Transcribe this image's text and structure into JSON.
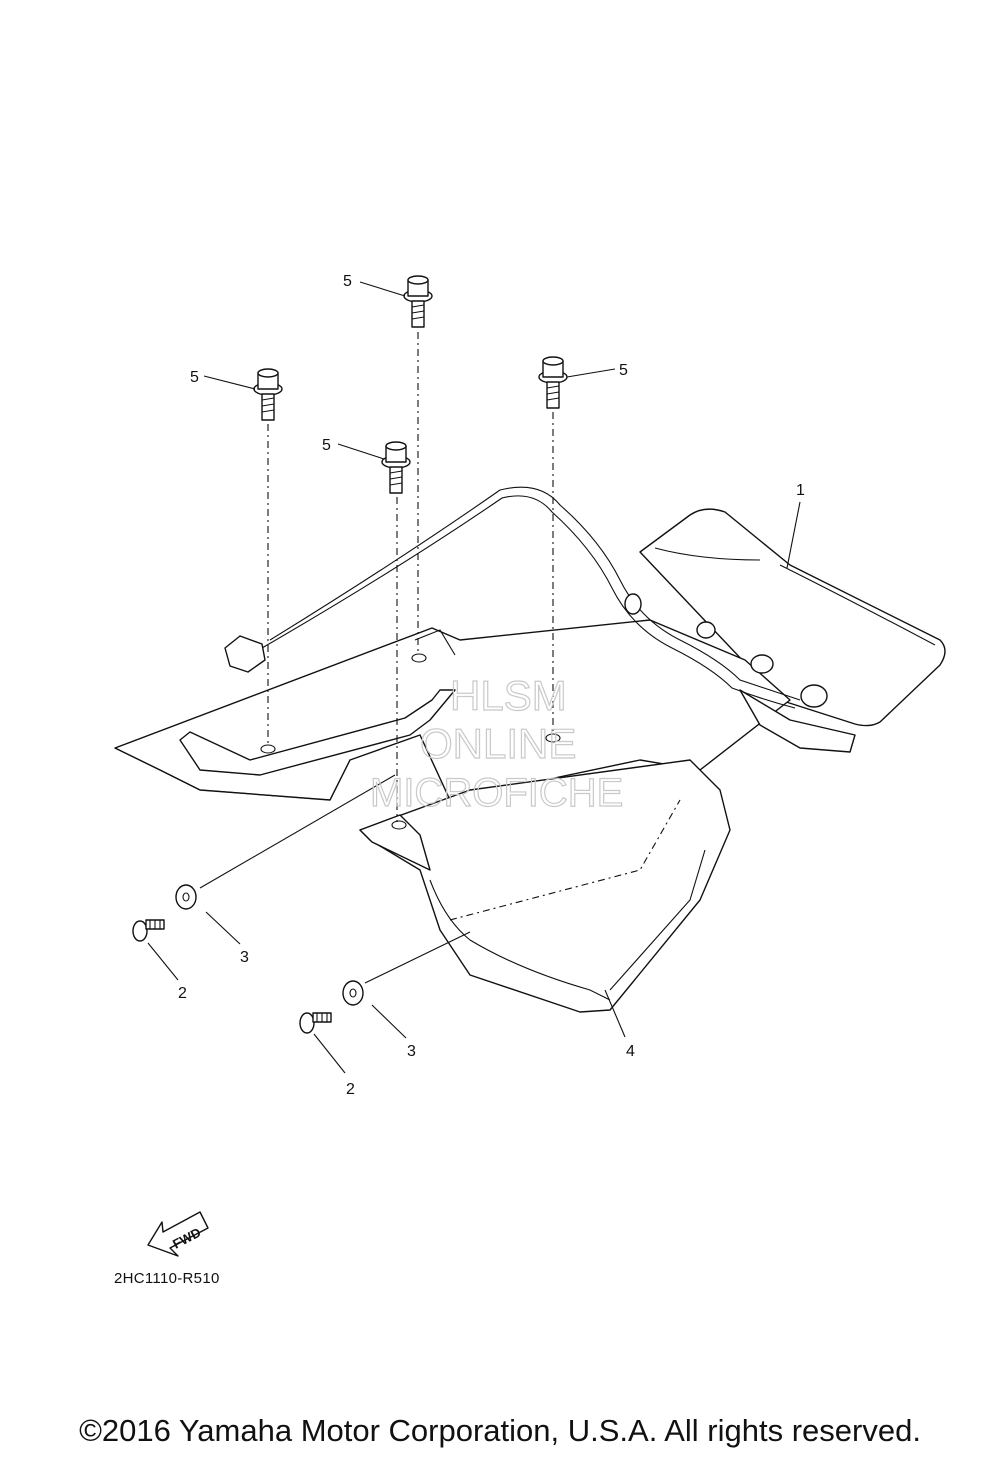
{
  "callouts": {
    "c1": "1",
    "c2a": "2",
    "c2b": "2",
    "c3a": "3",
    "c3b": "3",
    "c4": "4",
    "c5a": "5",
    "c5b": "5",
    "c5c": "5",
    "c5d": "5"
  },
  "fwd_label": "FWD",
  "drawing_code": "2HC1110-R510",
  "watermark": [
    "HLSM",
    "ONLINE",
    "MICROFICHE"
  ],
  "copyright": "©2016 Yamaha Motor Corporation, U.S.A. All rights reserved."
}
